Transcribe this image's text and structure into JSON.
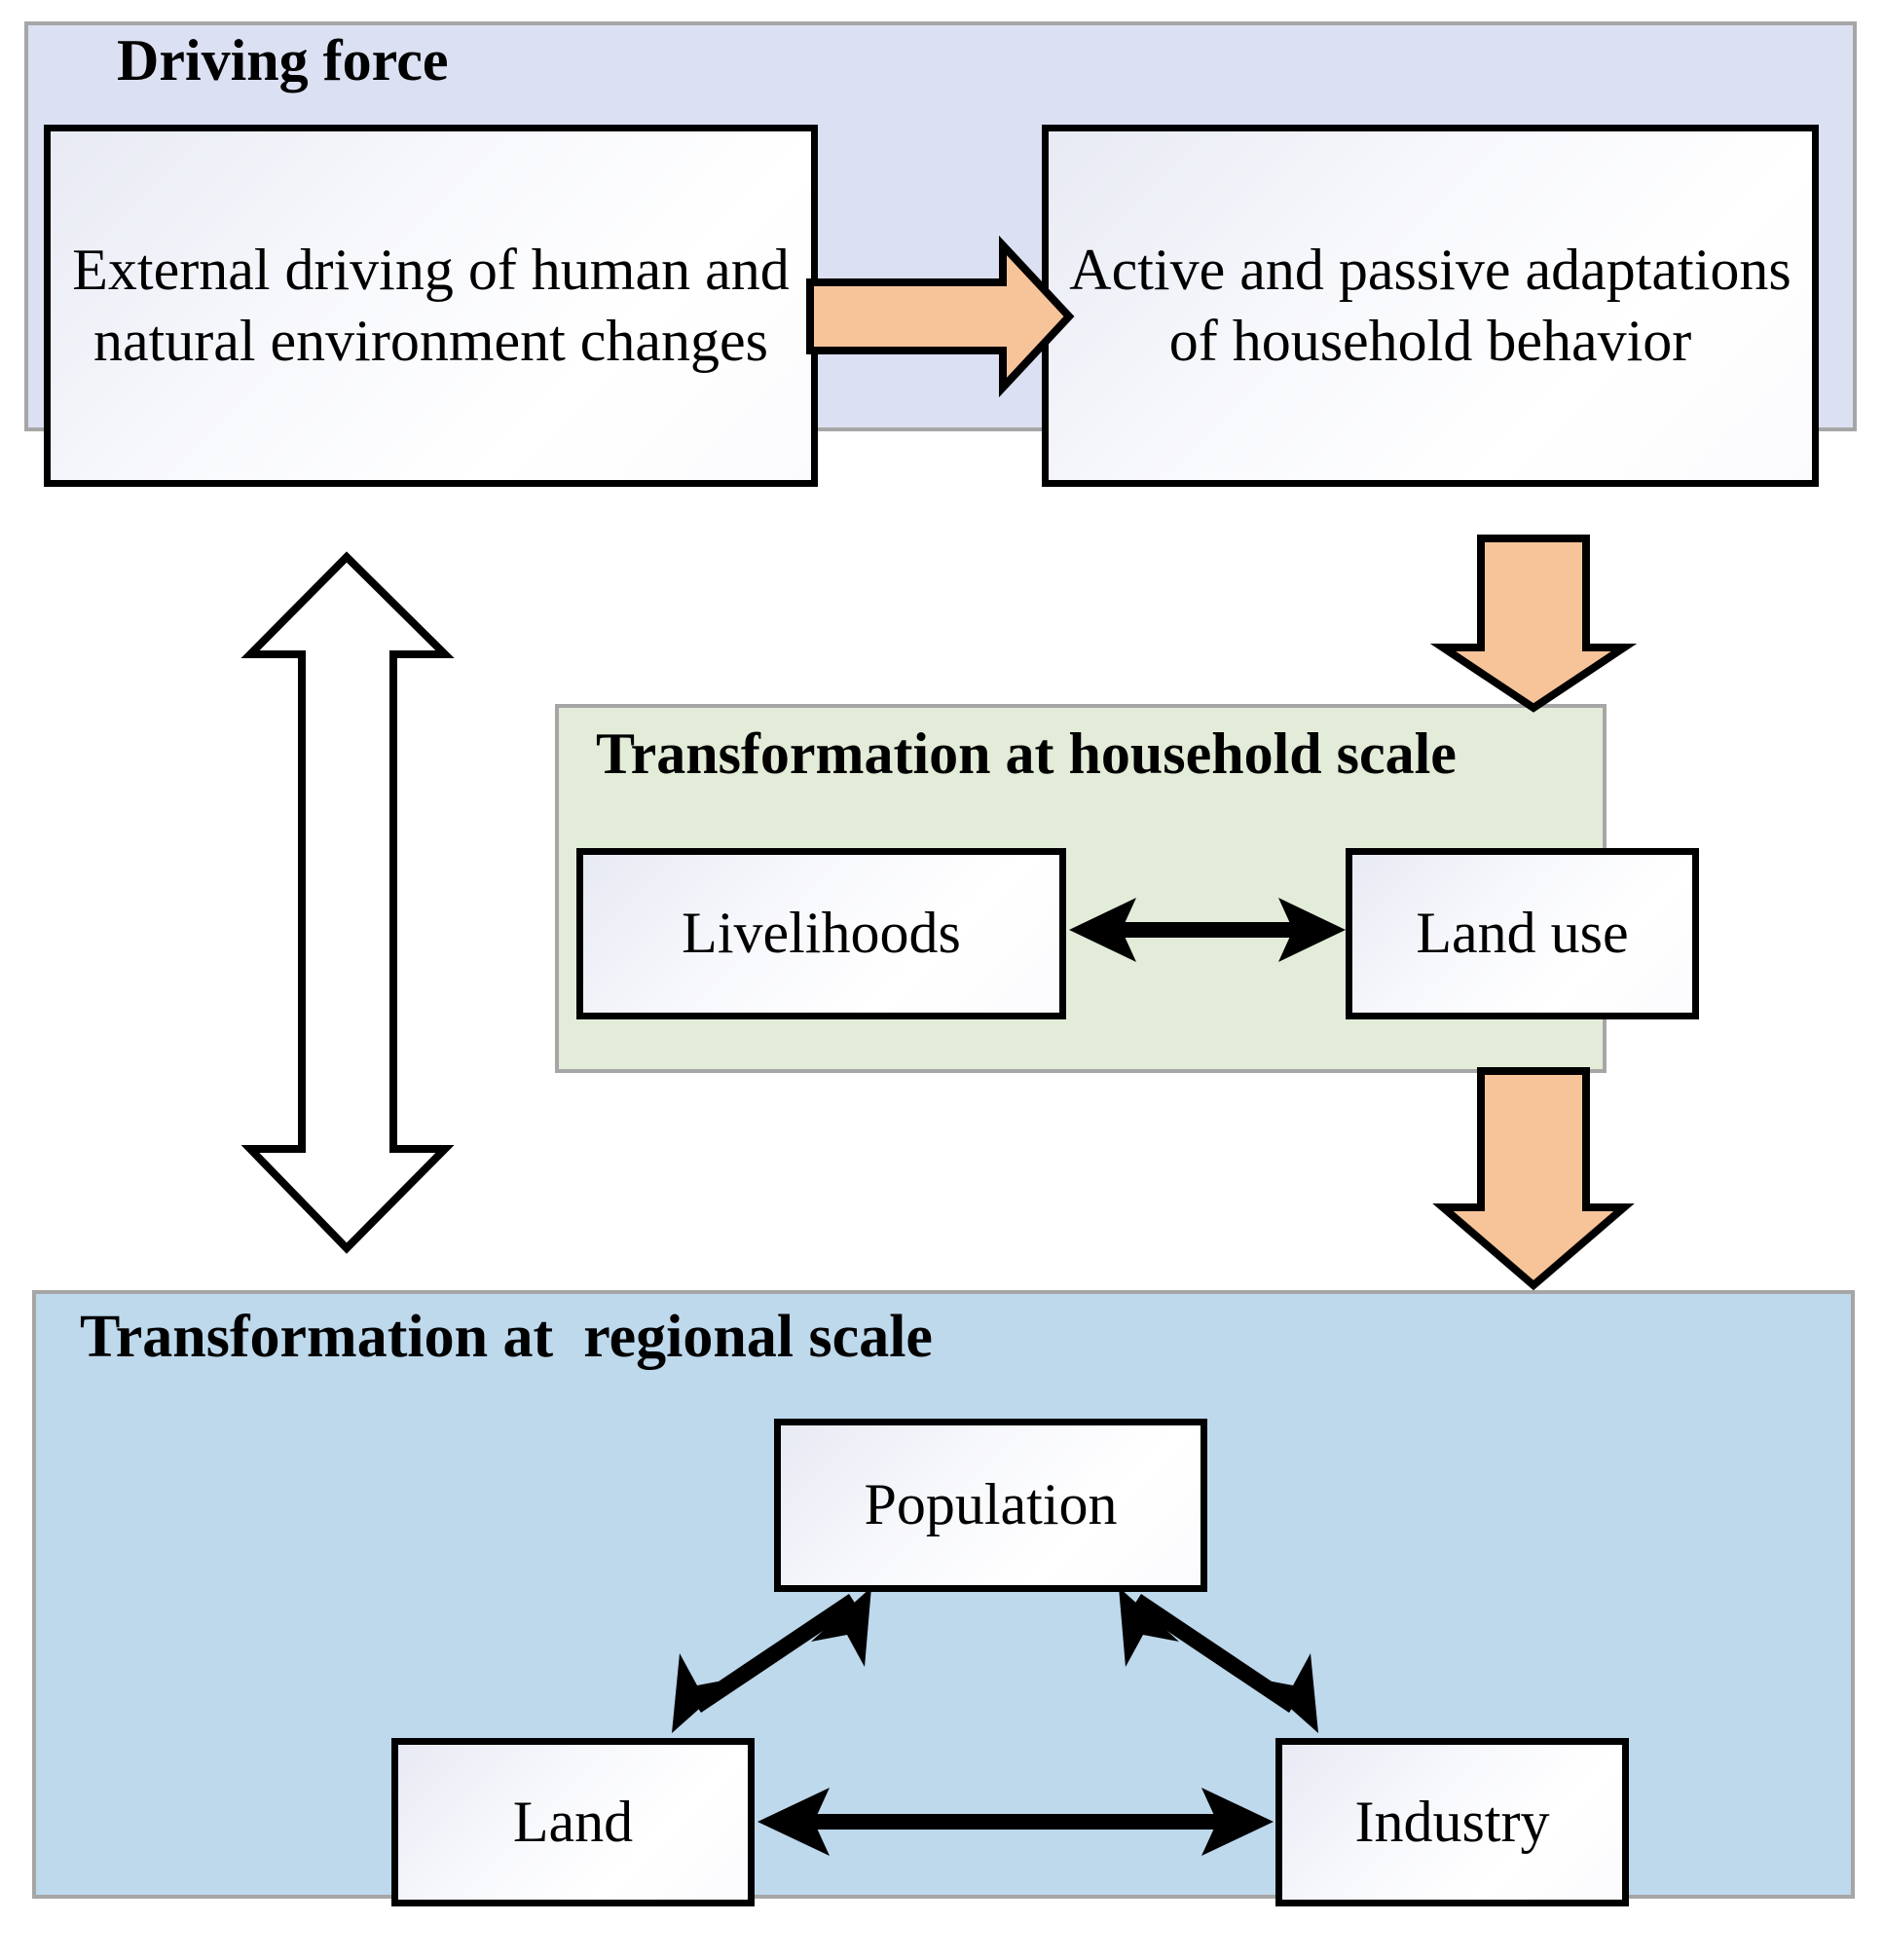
{
  "figure": {
    "kind": "conceptual-framework-flow-diagram",
    "colors": {
      "driving_panel_fill": "#dbe0f2",
      "household_panel_fill": "#e2ecd8",
      "regional_panel_fill": "#bed8ec",
      "panel_border": "#a6a6a6",
      "node_border": "#000000",
      "node_fill": "#ffffff",
      "orange_arrow_fill": "#f7c49a",
      "black_arrow_fill": "#000000",
      "white_arrow_fill": "#ffffff"
    }
  },
  "panels": {
    "driving": {
      "title": "Driving force",
      "nodes": {
        "external": "External driving of human and natural environment changes",
        "adaptation": "Active and passive adaptations of household behavior"
      }
    },
    "household": {
      "title": "Transformation at household scale",
      "nodes": {
        "livelihoods": "Livelihoods",
        "land_use": "Land use"
      }
    },
    "regional": {
      "title": "Transformation at  regional scale",
      "nodes": {
        "population": "Population",
        "land": "Land",
        "industry": "Industry"
      }
    }
  },
  "connectors": [
    {
      "name": "external-to-adaptation",
      "style": "orange-block-arrow",
      "direction": "right",
      "from": "External driving of human and natural environment changes",
      "to": "Active and passive adaptations of household behavior"
    },
    {
      "name": "adaptation-to-household-scale",
      "style": "orange-block-arrow",
      "direction": "down",
      "from": "Active and passive adaptations of household behavior",
      "to": "Transformation at household scale"
    },
    {
      "name": "household-scale-to-regional-scale",
      "style": "orange-block-arrow",
      "direction": "down",
      "from": "Land use",
      "to": "Transformation at  regional scale"
    },
    {
      "name": "driving-force-to-regional-scale",
      "style": "white-block-arrow",
      "direction": "both",
      "from": "Driving force",
      "to": "Transformation at  regional scale"
    },
    {
      "name": "livelihoods-land-use",
      "style": "black-line-arrow",
      "direction": "both",
      "from": "Livelihoods",
      "to": "Land use"
    },
    {
      "name": "land-population",
      "style": "black-line-arrow",
      "direction": "both",
      "from": "Land",
      "to": "Population"
    },
    {
      "name": "population-industry",
      "style": "black-line-arrow",
      "direction": "both",
      "from": "Population",
      "to": "Industry"
    },
    {
      "name": "land-industry",
      "style": "black-line-arrow",
      "direction": "both",
      "from": "Land",
      "to": "Industry"
    }
  ]
}
